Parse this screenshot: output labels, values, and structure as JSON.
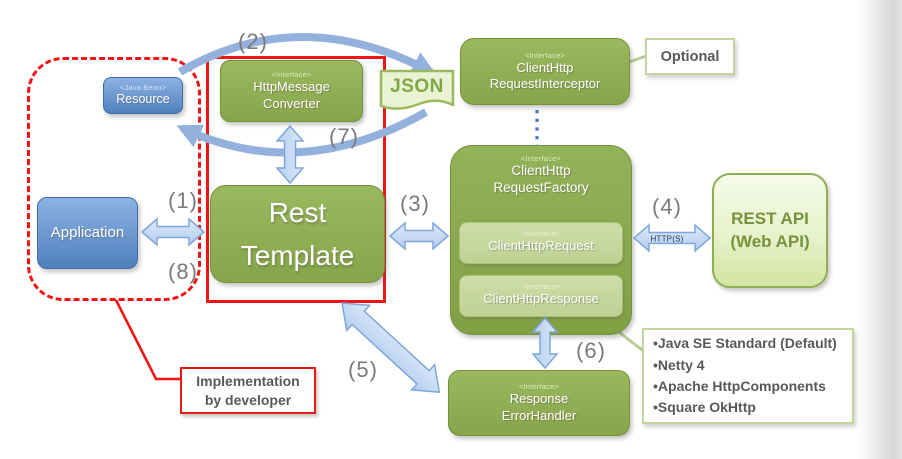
{
  "diagram": {
    "nodes": {
      "application": {
        "label": "Application"
      },
      "resource": {
        "stereotype": "<Java Bean>",
        "label": "Resource"
      },
      "converter": {
        "stereotype": "<Interface>",
        "line1": "HttpMessage",
        "line2": "Converter"
      },
      "rest_template": {
        "line1": "Rest",
        "line2": "Template"
      },
      "json": {
        "label": "JSON"
      },
      "interceptor": {
        "stereotype": "<Interface>",
        "line1": "ClientHttp",
        "line2": "RequestInterceptor"
      },
      "optional_note": {
        "label": "Optional"
      },
      "factory": {
        "stereotype": "<Interface>",
        "line1": "ClientHttp",
        "line2": "RequestFactory"
      },
      "request": {
        "stereotype": "<Interface>",
        "label": "ClientHttpRequest"
      },
      "response": {
        "stereotype": "<Interface>",
        "label": "ClientHttpResponse"
      },
      "rest_api": {
        "line1": "REST API",
        "line2": "(Web API)"
      },
      "error_handler": {
        "stereotype": "<Interface>",
        "line1": "Response",
        "line2": "ErrorHandler"
      },
      "developer_note": {
        "line1": "Implementation",
        "line2": "by developer"
      }
    },
    "steps": {
      "1": "(1)",
      "2": "(2)",
      "3": "(3)",
      "4": "(4)",
      "5": "(5)",
      "6": "(6)",
      "7": "(7)",
      "8": "(8)"
    },
    "edge_labels": {
      "protocol": "HTTP(S)"
    },
    "factory_implementations": {
      "items": [
        "•Java SE Standard (Default)",
        "•Netty 4",
        "•Apache HttpComponents",
        "•Square OkHttp"
      ]
    },
    "colors": {
      "green": "#8cab50",
      "light_green": "#c5d69c",
      "pale_green": "#e9f2d3",
      "blue": "#4f81bd",
      "arrow_blue": "#c9dcf4",
      "red": "#f01414",
      "note_text": "#595959"
    }
  }
}
